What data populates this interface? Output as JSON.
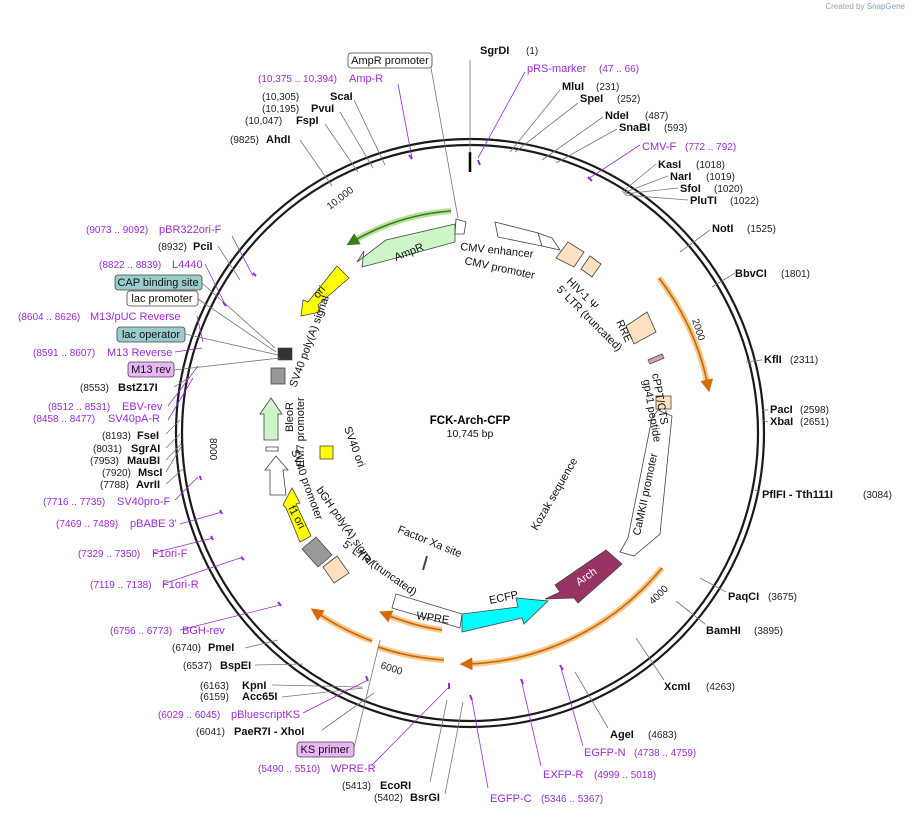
{
  "credit": {
    "prefix": "Created by",
    "brand": "SnapGene"
  },
  "plasmid": {
    "name": "FCK-Arch-CFP",
    "length": "10,745 bp"
  },
  "ticks": [
    "2000",
    "4000",
    "6000",
    "8000",
    "10,000"
  ],
  "features_inside": {
    "ampr": "AmpR",
    "ori": "ori",
    "sv40_polya": "SV40 poly(A) signal",
    "bleor": "BleoR",
    "em7": "EM7 promoter",
    "sv40_promoter": "SV40 promoter",
    "sv40_ori": "SV40 ori",
    "f1_ori": "f1 ori",
    "bgh": "bGH poly(A) signal",
    "ltr_bottom": "5' LTR (truncated)",
    "factor_xa": "Factor Xa site",
    "wpre": "WPRE",
    "ecfp": "ECFP",
    "arch": "Arch",
    "kozak": "Kozak sequence",
    "camkii": "CaMKII promoter",
    "gp41": "gp41 peptide",
    "cppt": "cPPT/CTS",
    "rre": "RRE",
    "ltr_top": "5' LTR (truncated)",
    "hiv_psi": "HIV-1 Ψ",
    "cmv_enh": "CMV enhancer",
    "cmv_prom": "CMV promoter"
  },
  "sites_right": [
    {
      "name": "SgrDI",
      "pos": "(1)"
    },
    {
      "name": "MluI",
      "pos": "(231)"
    },
    {
      "name": "SpeI",
      "pos": "(252)"
    },
    {
      "name": "NdeI",
      "pos": "(487)"
    },
    {
      "name": "SnaBI",
      "pos": "(593)"
    },
    {
      "name": "KasI",
      "pos": "(1018)"
    },
    {
      "name": "NarI",
      "pos": "(1019)"
    },
    {
      "name": "SfoI",
      "pos": "(1020)"
    },
    {
      "name": "PluTI",
      "pos": "(1022)"
    },
    {
      "name": "NotI",
      "pos": "(1525)"
    },
    {
      "name": "BbvCI",
      "pos": "(1801)"
    },
    {
      "name": "KflI",
      "pos": "(2311)"
    },
    {
      "name": "PacI",
      "pos": "(2598)"
    },
    {
      "name": "XbaI",
      "pos": "(2651)"
    },
    {
      "name": "PflFI - Tth111I",
      "pos": "(3084)"
    },
    {
      "name": "PaqCI",
      "pos": "(3675)"
    },
    {
      "name": "BamHI",
      "pos": "(3895)"
    },
    {
      "name": "XcmI",
      "pos": "(4263)"
    },
    {
      "name": "AgeI",
      "pos": "(4683)"
    }
  ],
  "sites_left": [
    {
      "name": "ScaI",
      "pos": "(10,305)"
    },
    {
      "name": "PvuI",
      "pos": "(10,195)"
    },
    {
      "name": "FspI",
      "pos": "(10,047)"
    },
    {
      "name": "AhdI",
      "pos": "(9825)"
    },
    {
      "name": "PciI",
      "pos": "(8932)"
    },
    {
      "name": "BstZ17I",
      "pos": "(8553)"
    },
    {
      "name": "FseI",
      "pos": "(8193)"
    },
    {
      "name": "SgrAI",
      "pos": "(8031)"
    },
    {
      "name": "MauBI",
      "pos": "(7953)"
    },
    {
      "name": "MscI",
      "pos": "(7920)"
    },
    {
      "name": "AvrII",
      "pos": "(7788)"
    },
    {
      "name": "PmeI",
      "pos": "(6740)"
    },
    {
      "name": "BspEI",
      "pos": "(6537)"
    },
    {
      "name": "KpnI",
      "pos": "(6163)"
    },
    {
      "name": "Acc65I",
      "pos": "(6159)"
    },
    {
      "name": "PaeR7I - XhoI",
      "pos": "(6041)"
    },
    {
      "name": "EcoRI",
      "pos": "(5413)"
    },
    {
      "name": "BsrGI",
      "pos": "(5402)"
    }
  ],
  "primers_right": [
    {
      "name": "pRS-marker",
      "pos": "(47 .. 66)"
    },
    {
      "name": "CMV-F",
      "pos": "(772 .. 792)"
    },
    {
      "name": "EGFP-N",
      "pos": "(4738 .. 4759)"
    },
    {
      "name": "EXFP-R",
      "pos": "(4999 .. 5018)"
    },
    {
      "name": "EGFP-C",
      "pos": "(5346 .. 5367)"
    }
  ],
  "primers_left": [
    {
      "name": "Amp-R",
      "pos": "(10,375 .. 10,394)"
    },
    {
      "name": "pBR322ori-F",
      "pos": "(9073 .. 9092)"
    },
    {
      "name": "L4440",
      "pos": "(8822 .. 8839)"
    },
    {
      "name": "M13/pUC Reverse",
      "pos": "(8604 .. 8626)"
    },
    {
      "name": "M13 Reverse",
      "pos": "(8591 .. 8607)"
    },
    {
      "name": "EBV-rev",
      "pos": "(8512 .. 8531)"
    },
    {
      "name": "SV40pA-R",
      "pos": "(8458 .. 8477)"
    },
    {
      "name": "SV40pro-F",
      "pos": "(7716 .. 7735)"
    },
    {
      "name": "pBABE 3'",
      "pos": "(7469 .. 7489)"
    },
    {
      "name": "F1ori-F",
      "pos": "(7329 .. 7350)"
    },
    {
      "name": "F1ori-R",
      "pos": "(7119 .. 7138)"
    },
    {
      "name": "BGH-rev",
      "pos": "(6756 .. 6773)"
    },
    {
      "name": "pBluescriptKS",
      "pos": "(6029 .. 6045)"
    },
    {
      "name": "WPRE-R",
      "pos": "(5490 .. 5510)"
    }
  ],
  "boxed": {
    "ampr_promoter": "AmpR promoter",
    "cap_binding": "CAP binding site",
    "lac_promoter": "lac promoter",
    "lac_operator": "lac operator",
    "m13_rev": "M13 rev",
    "ks_primer": "KS primer"
  },
  "colors": {
    "ampr": "#cdf5c8",
    "ori": "#ffff00",
    "arch": "#993366",
    "ecfp": "#00ffff",
    "orf_arrow": "#d46a0a",
    "primer": "#9a2bd4",
    "box_blue": "#99cccc",
    "box_purple": "#e9b6f5"
  }
}
